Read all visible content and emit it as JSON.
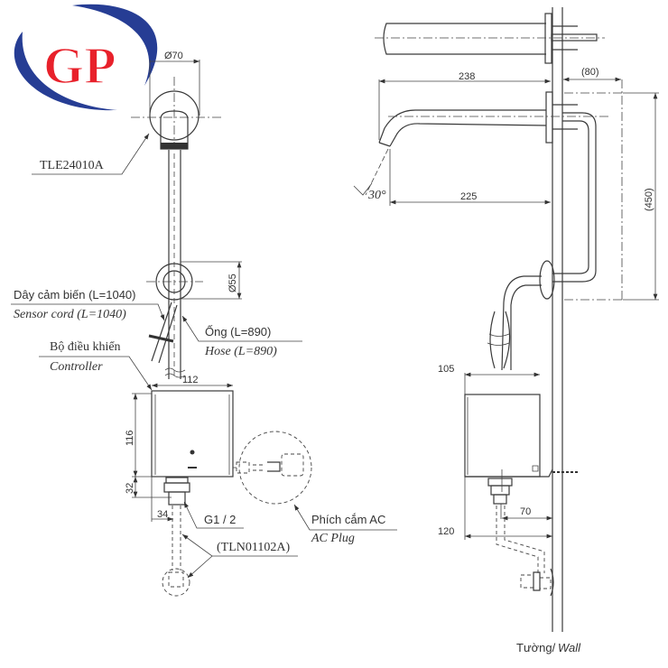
{
  "logo": {
    "text": "GP",
    "colors": {
      "ring": "#263d94",
      "letters": "#e8212b"
    }
  },
  "front_view": {
    "model_label": "TLE24010A",
    "dim_spout_diameter": "Ø70",
    "dim_flange_diameter": "Ø55",
    "sensor_cord_vi": "Dây cảm biến (L=1040)",
    "sensor_cord_en": "Sensor cord (L=1040)",
    "hose_vi": "Ống (L=890)",
    "hose_en": "Hose (L=890)",
    "controller_vi": "Bộ điều khiển",
    "controller_en": "Controller",
    "dim_width": "112",
    "dim_height": "116",
    "dim_fitting": "32",
    "dim_offset": "34",
    "thread_label": "G1 / 2",
    "valve_label": "(TLN01102A)",
    "ac_plug_vi": "Phích cắm AC",
    "ac_plug_en": "AC Plug"
  },
  "side_view": {
    "dim_spout_length": "238",
    "dim_spout_reach": "225",
    "dim_angle": "30°",
    "dim_wall_depth": "(80)",
    "dim_height": "(450)",
    "dim_controller_depth": "105",
    "dim_outlet_offset": "70",
    "dim_total_depth": "120",
    "wall_label_vi": "Tường/",
    "wall_label_en": "Wall"
  }
}
